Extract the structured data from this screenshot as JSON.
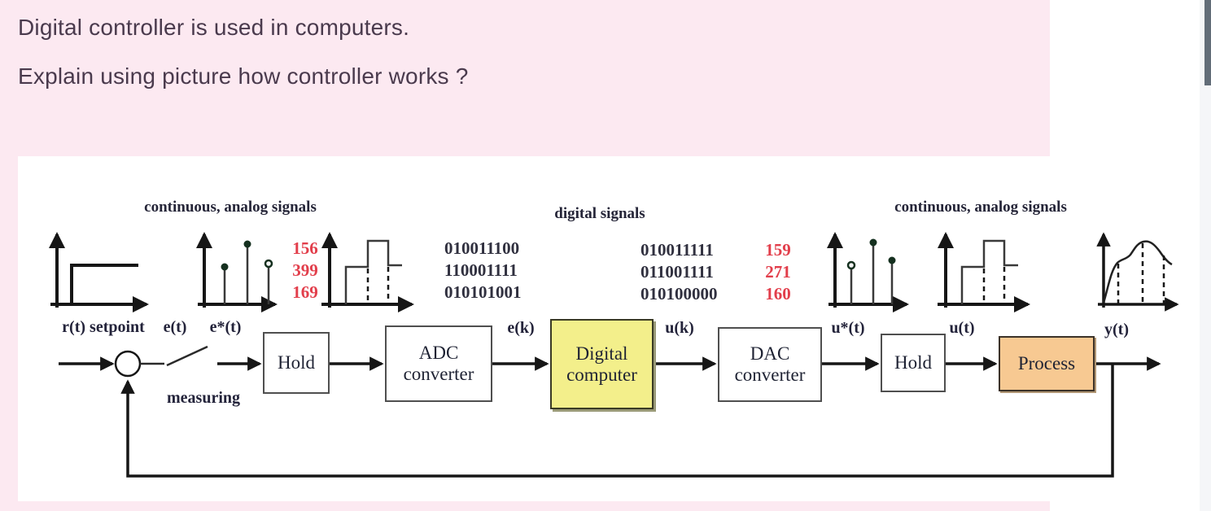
{
  "question": {
    "line1": "Digital controller is used in computers.",
    "line2": "Explain using picture how controller works ?",
    "bg_color": "#fce9f1",
    "text_color": "#4a3a4d"
  },
  "scrollbar": {
    "thumb_color": "#626d78",
    "track_color": "#f5f6f8"
  },
  "diagram": {
    "titles": {
      "left": "continuous, analog signals",
      "mid": "digital signals",
      "right": "continuous, analog signals"
    },
    "signal_labels": {
      "setpoint": "r(t) setpoint",
      "e_t": "e(t)",
      "e_star": "e*(t)",
      "measuring": "measuring",
      "e_k": "e(k)",
      "u_k": "u(k)",
      "u_star": "u*(t)",
      "u_t": "u(t)",
      "y_t": "y(t)"
    },
    "blocks": {
      "hold1": "Hold",
      "adc_line1": "ADC",
      "adc_line2": "converter",
      "digital_line1": "Digital",
      "digital_line2": "computer",
      "dac_line1": "DAC",
      "dac_line2": "converter",
      "hold2": "Hold",
      "process": "Process"
    },
    "binary_left": "010011100\n110001111\n010101001",
    "binary_right": "010011111\n011001111\n010100000",
    "decimal_left": "156\n399\n169",
    "decimal_right": "159\n271\n160",
    "colors": {
      "digital_computer_fill": "#f3ef8b",
      "process_fill": "#f7c992",
      "red_numbers": "#e23e4b",
      "line": "#161616"
    }
  }
}
